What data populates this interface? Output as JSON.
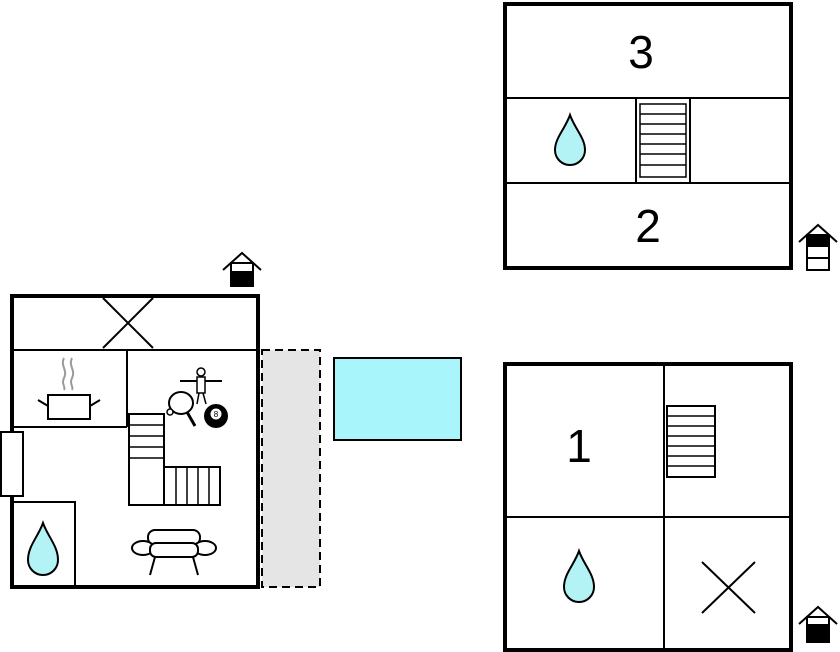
{
  "colors": {
    "water": "#b3f3f5",
    "pool": "#a8f6fb",
    "terrace": "#e5e5e5",
    "wall": "#000000"
  },
  "upper_floor": {
    "rooms": [
      {
        "label": "3"
      },
      {
        "label": "2"
      }
    ],
    "icons": [
      "water-drop-icon",
      "staircase-icon",
      "house-level-icon"
    ]
  },
  "middle_floor": {
    "rooms": [
      {
        "label": "1"
      }
    ],
    "icons": [
      "water-drop-icon",
      "staircase-icon",
      "void-cross-icon",
      "house-level-icon"
    ]
  },
  "ground_floor": {
    "icons": [
      "void-cross-icon",
      "cooking-pot-icon",
      "table-football-icon",
      "ping-pong-icon",
      "billiard-ball-icon",
      "staircase-icon",
      "water-drop-icon",
      "sofa-icon",
      "house-level-icon"
    ],
    "billiard_label": "8"
  },
  "outdoor": {
    "icons": [
      "terrace-area",
      "swimming-pool"
    ]
  }
}
